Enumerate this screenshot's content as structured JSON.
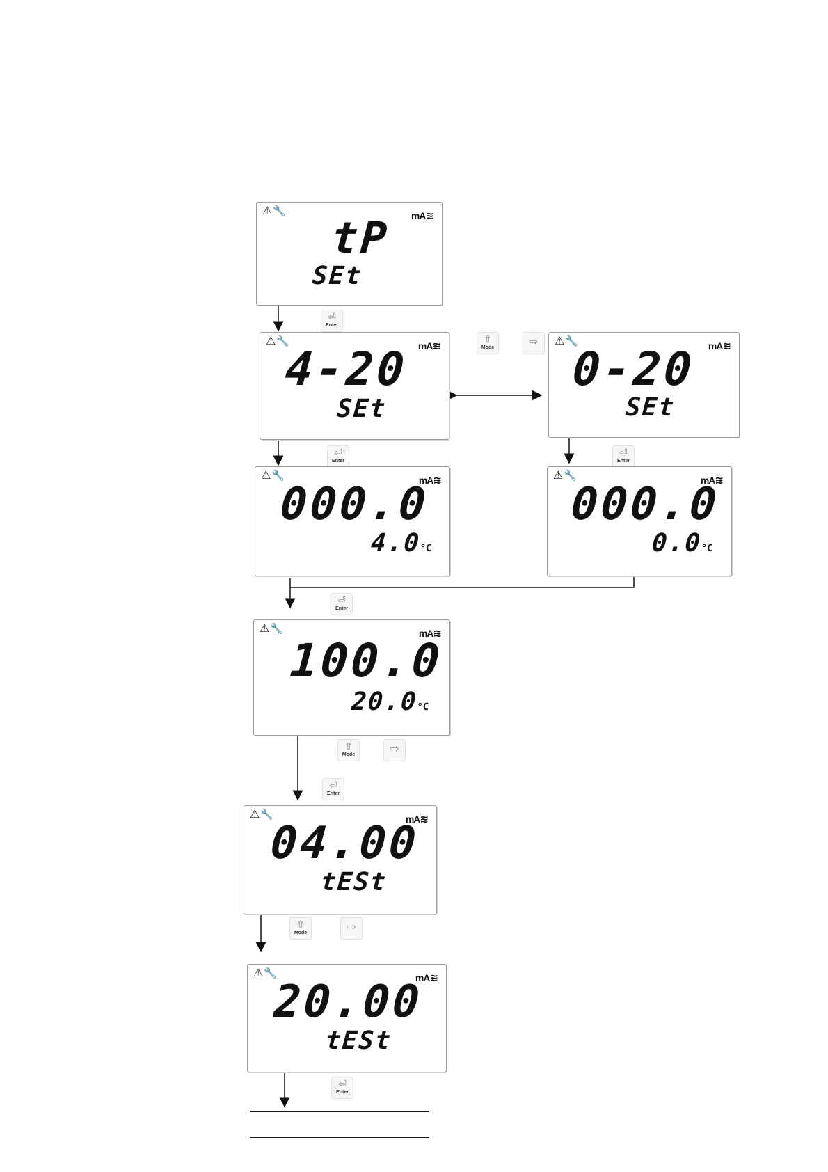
{
  "indicators": {
    "warning": "⚠",
    "wrench": "🔧",
    "unit": "mA",
    "wave": "≋"
  },
  "keys": {
    "enter": {
      "label": "Enter",
      "icon": "⏎"
    },
    "mode": {
      "label": "Mode",
      "icon": "⇧"
    },
    "right": {
      "icon": "⇨"
    }
  },
  "screens": {
    "tp_set": {
      "main": "tP",
      "sub": "SEt"
    },
    "set_4_20": {
      "main": "4-20",
      "sub": "SEt"
    },
    "set_0_20": {
      "main": "0-20",
      "sub": "SEt"
    },
    "low_4_20": {
      "main": "000.0",
      "sub": "4.0"
    },
    "low_0_20": {
      "main": "000.0",
      "sub": "0.0"
    },
    "high": {
      "main": "100.0",
      "sub": "20.0"
    },
    "test_04": {
      "main": "04.00",
      "sub": "tESt"
    },
    "test_20": {
      "main": "20.00",
      "sub": "tESt"
    }
  },
  "degree_unit": "°C"
}
